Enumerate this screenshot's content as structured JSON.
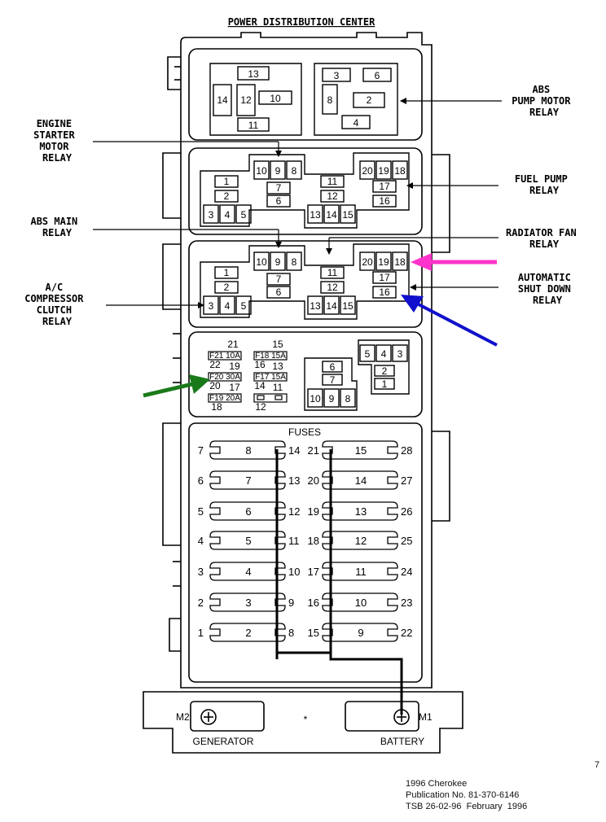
{
  "title": "POWER DISTRIBUTION CENTER",
  "labels": {
    "abs_pump_l1": "ABS",
    "abs_pump_l2": "PUMP MOTOR",
    "abs_pump_l3": "RELAY",
    "starter_l1": "ENGINE",
    "starter_l2": "STARTER",
    "starter_l3": "MOTOR",
    "starter_l4": "RELAY",
    "fuel_l1": "FUEL PUMP",
    "fuel_l2": "RELAY",
    "absmain_l1": "ABS MAIN",
    "absmain_l2": "RELAY",
    "radfan_l1": "RADIATOR FAN",
    "radfan_l2": "RELAY",
    "ac_l1": "A/C",
    "ac_l2": "COMPRESSOR",
    "ac_l3": "CLUTCH",
    "ac_l4": "RELAY",
    "asd_l1": "AUTOMATIC",
    "asd_l2": "SHUT DOWN",
    "asd_l3": "RELAY"
  },
  "top_box": {
    "left": [
      "13",
      "14",
      "12",
      "10",
      "11"
    ],
    "right": [
      "3",
      "6",
      "8",
      "2",
      "4"
    ]
  },
  "relay_row": {
    "left": [
      "1",
      "2",
      "3",
      "4",
      "5"
    ],
    "mid_top": [
      "10",
      "9",
      "8",
      "7",
      "6"
    ],
    "mid_bottom": [
      "11",
      "12",
      "13",
      "14",
      "15"
    ],
    "right": [
      "20",
      "19",
      "18",
      "17",
      "16"
    ]
  },
  "minifuse": {
    "n21": "21",
    "n15": "15",
    "f21": "F21 10A",
    "f18": "F18 15A",
    "n22": "22",
    "n19": "19",
    "n16": "16",
    "n13": "13",
    "f20": "F20 30A",
    "f17": "F17 15A",
    "n20": "20",
    "n17": "17",
    "n14": "14",
    "n11": "11",
    "f19": "F19 20A",
    "n18": "18",
    "n12": "12"
  },
  "small_relays": {
    "left": [
      "6",
      "7",
      "10",
      "9",
      "8"
    ],
    "right": [
      "5",
      "4",
      "3",
      "2",
      "1"
    ]
  },
  "fuses": {
    "header": "FUSES",
    "left_outer": [
      "7",
      "6",
      "5",
      "4",
      "3",
      "2",
      "1"
    ],
    "left_label": [
      "8",
      "7",
      "6",
      "5",
      "4",
      "3",
      "2"
    ],
    "mid_left": [
      "14",
      "13",
      "12",
      "11",
      "10",
      "9",
      "8"
    ],
    "mid_right": [
      "21",
      "20",
      "19",
      "18",
      "17",
      "16",
      "15"
    ],
    "right_label": [
      "15",
      "14",
      "13",
      "12",
      "11",
      "10",
      "9"
    ],
    "right_outer": [
      "28",
      "27",
      "26",
      "25",
      "24",
      "23",
      "22"
    ]
  },
  "bottom": {
    "m2": "M2",
    "m1": "M1",
    "star": "*",
    "generator": "GENERATOR",
    "battery": "BATTERY"
  },
  "page_number": "7",
  "publication": {
    "line1": "1996 Cherokee",
    "line2": "Publication No. 81-370-6146",
    "line3": "TSB 26-02-96  February  1996"
  },
  "colors": {
    "magenta_arrow": "#ff33cc",
    "blue_arrow": "#1010cc",
    "green_arrow": "#1a7a1a"
  }
}
